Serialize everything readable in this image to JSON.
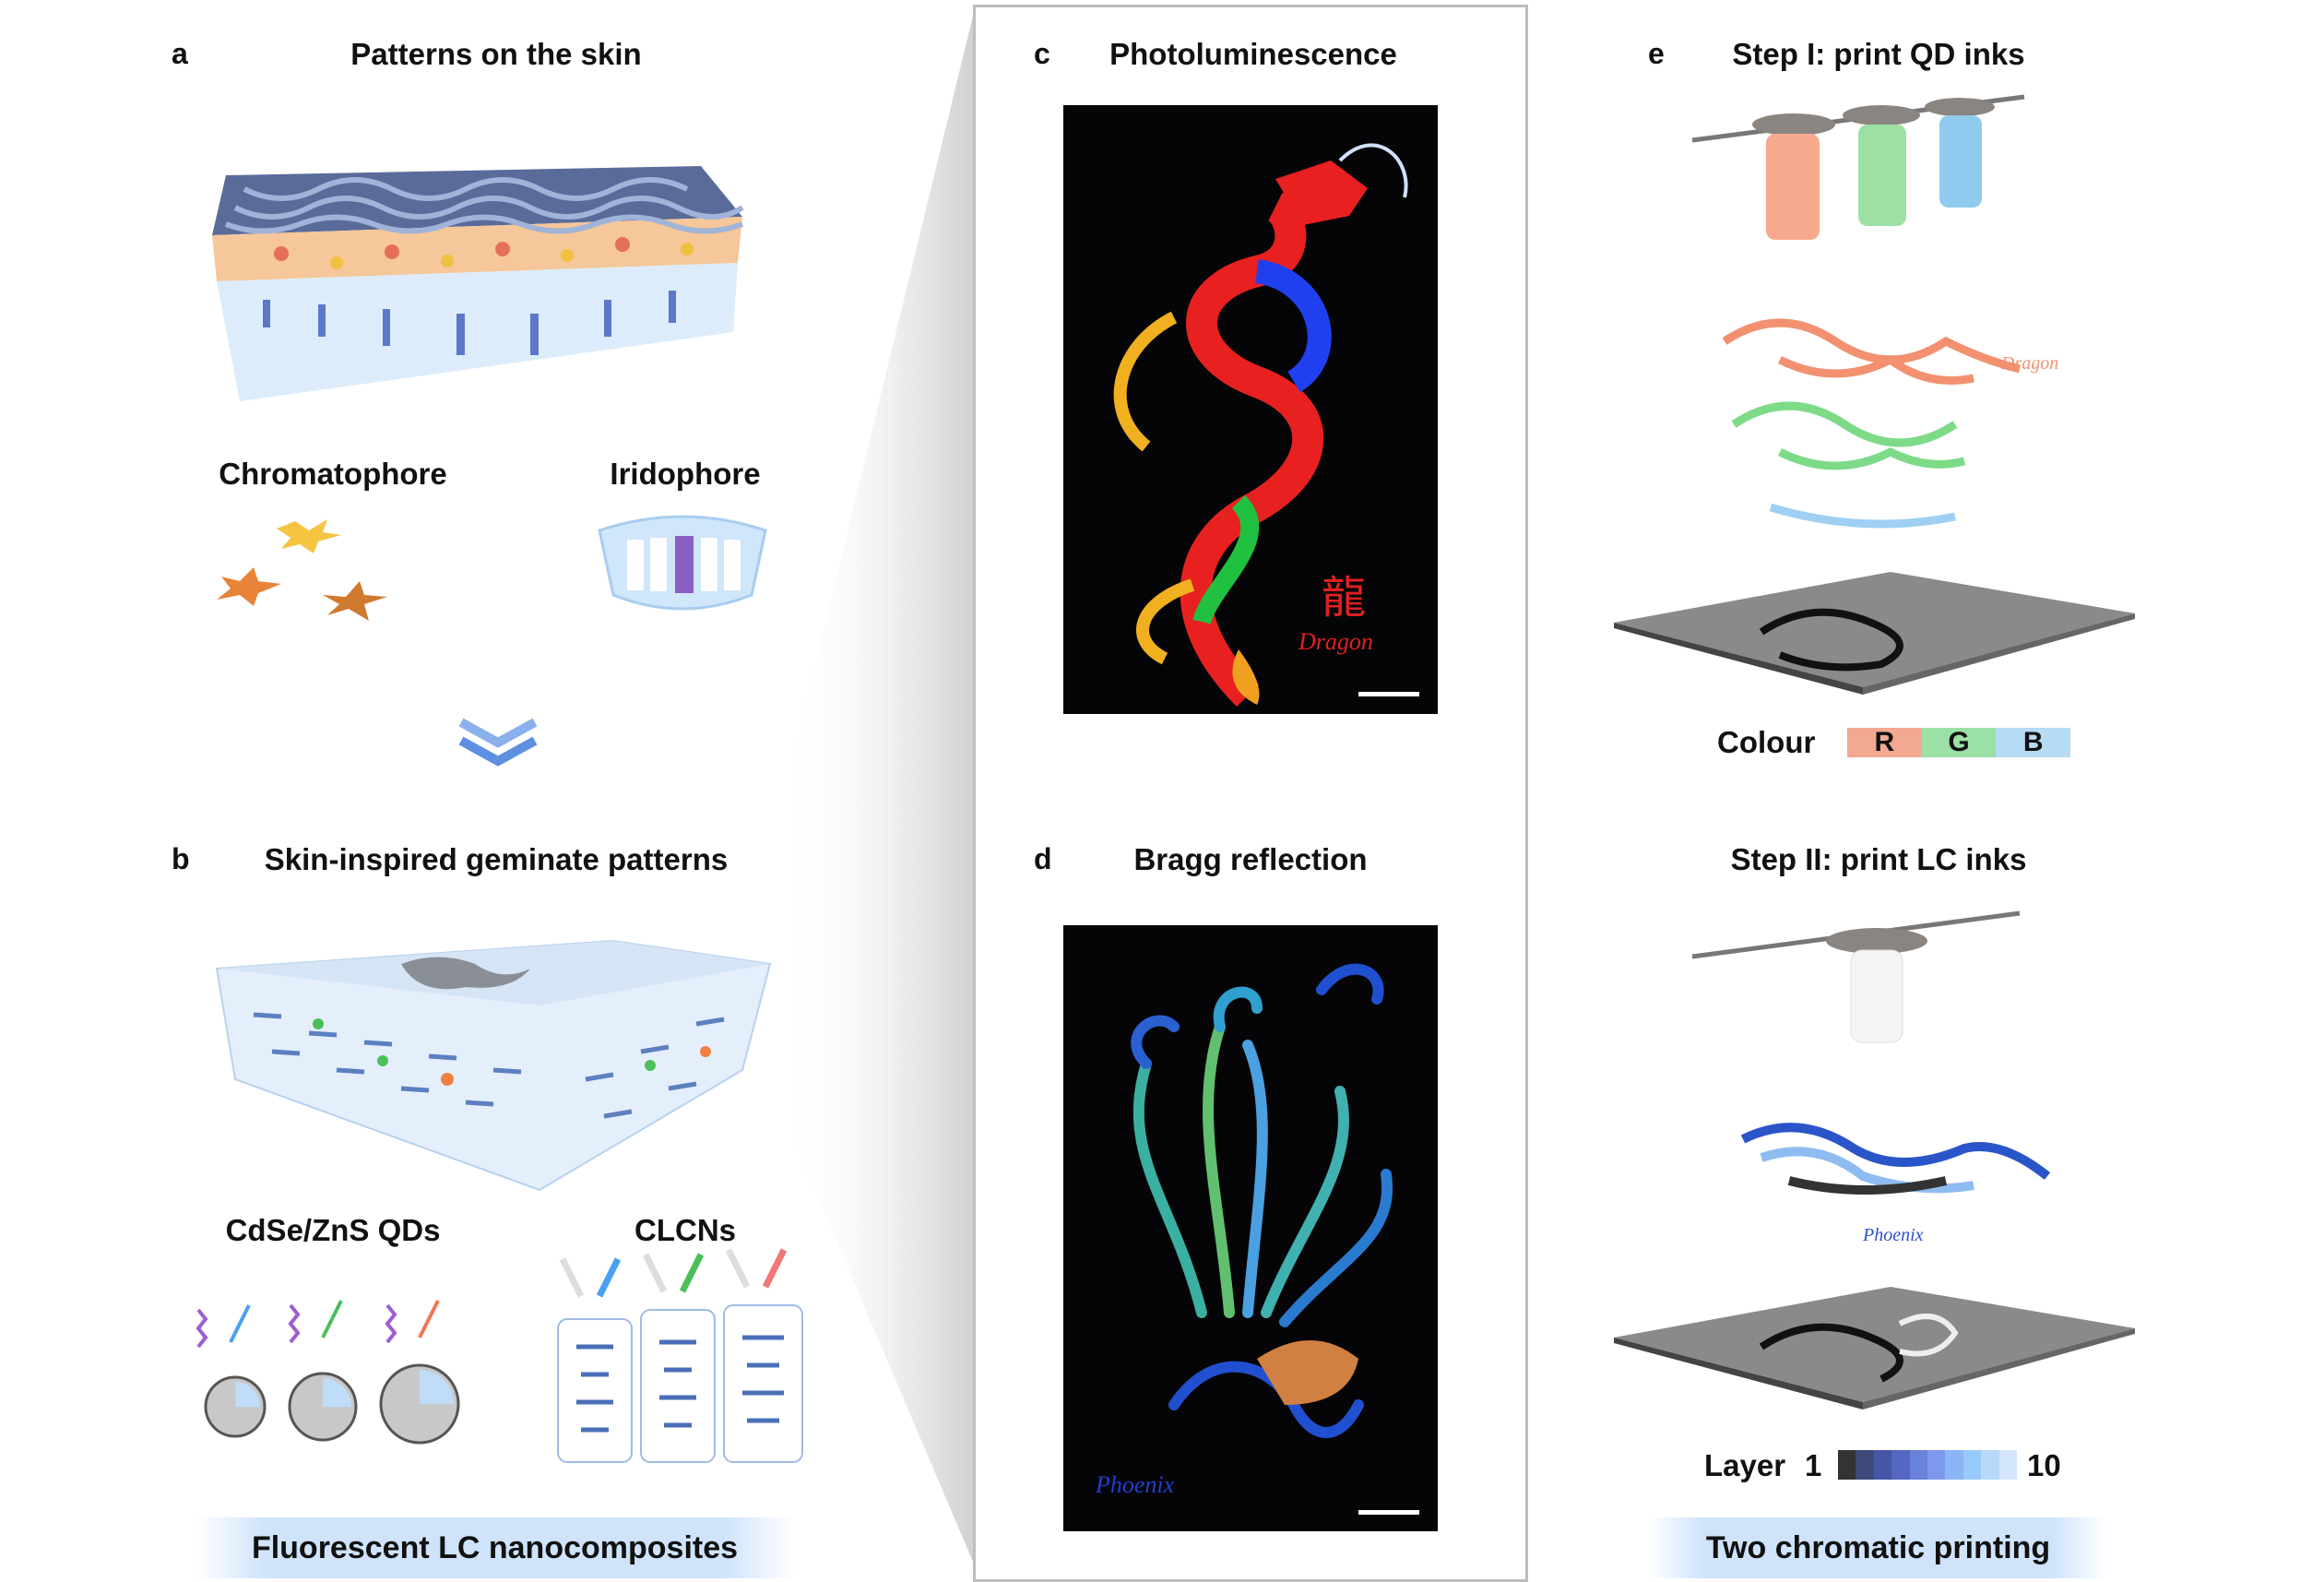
{
  "panel_a": {
    "letter": "a",
    "title": "Patterns on the skin",
    "chromatophore": "Chromatophore",
    "iridophore": "Iridophore"
  },
  "panel_b": {
    "letter": "b",
    "title": "Skin-inspired geminate patterns",
    "qds": "CdSe/ZnS QDs",
    "clcns": "CLCNs",
    "banner": "Fluorescent LC nanocomposites"
  },
  "panel_c": {
    "letter": "c",
    "title": "Photoluminescence"
  },
  "panel_d": {
    "letter": "d",
    "title": "Bragg reflection"
  },
  "panel_e": {
    "letter": "e",
    "step1": "Step I: print QD inks",
    "colour_label": "Colour",
    "colours": [
      {
        "label": "R",
        "color": "#f2a892"
      },
      {
        "label": "G",
        "color": "#9be0a6"
      },
      {
        "label": "B",
        "color": "#b6dbf4"
      }
    ],
    "step2": "Step II: print LC inks",
    "layer_label": "Layer",
    "layer_min": "1",
    "layer_max": "10",
    "layer_colors": [
      "#333333",
      "#3e4a7a",
      "#4656a6",
      "#5567c0",
      "#6a82dc",
      "#7c99ee",
      "#8cb5f6",
      "#98c9fb",
      "#b9d9fb",
      "#d4e6fb"
    ],
    "banner": "Two chromatic printing"
  }
}
